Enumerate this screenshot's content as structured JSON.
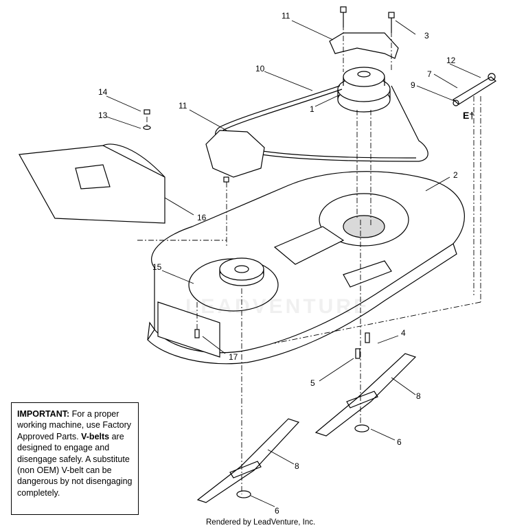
{
  "callouts": {
    "c11a": "11",
    "c3": "3",
    "c12": "12",
    "c7": "7",
    "c9": "9",
    "c10": "10",
    "c1": "1",
    "c14": "14",
    "c13": "13",
    "c11b": "11",
    "c2": "2",
    "c16": "16",
    "c15": "15",
    "c17": "17",
    "c4": "4",
    "c5": "5",
    "c8a": "8",
    "c6a": "6",
    "c8b": "8",
    "c6b": "6"
  },
  "mark_e": "E†",
  "note": {
    "lead_bold": "IMPORTANT:",
    "lead_text": " For a proper working machine, use Factory Approved Parts.",
    "vbelts_bold": "V-belts",
    "vbelts_text": " are designed to engage and disengage safely. A substitute (non OEM) V-belt can be dangerous by not disengaging completely."
  },
  "footer": "Rendered by LeadVenture, Inc.",
  "watermark": "LEADVENTURE",
  "colors": {
    "line": "#000000",
    "fill": "#ffffff",
    "shade": "#d9d9d9"
  }
}
